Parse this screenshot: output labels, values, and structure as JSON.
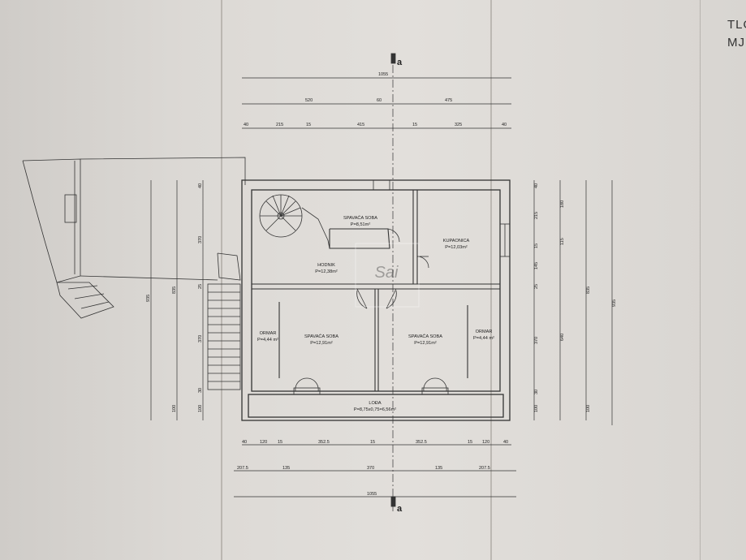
{
  "title_block": {
    "line1": "TLO",
    "line2": "MJ"
  },
  "section_marker": {
    "top": "a",
    "bottom": "a"
  },
  "watermark": "Sai",
  "dims_top": {
    "total": "1055",
    "row2": [
      "520",
      "60",
      "475"
    ],
    "row3": [
      "40",
      "215",
      "15",
      "415",
      "15",
      "325",
      "40"
    ]
  },
  "dims_bottom": {
    "row1": [
      "40",
      "120",
      "15",
      "352.5",
      "15",
      "352.5",
      "15",
      "120",
      "40"
    ],
    "row2": [
      "207.5",
      "135",
      "370",
      "135",
      "207.5"
    ],
    "total": "1055"
  },
  "dims_left": {
    "outer_total": "935",
    "mid_total": "835",
    "parts": [
      "40",
      "370",
      "25",
      "370",
      "30",
      "100"
    ],
    "aux": "100"
  },
  "dims_right": {
    "parts": [
      "40",
      "215",
      "15",
      "145",
      "25",
      "370",
      "30",
      "100"
    ],
    "col2": [
      "180",
      "115",
      "640",
      "100"
    ],
    "col3": "835",
    "col4": "935"
  },
  "rooms": [
    {
      "name": "SPAVAĆA SOBA",
      "area": "P=8,51m²"
    },
    {
      "name": "KUPAONICA",
      "area": "P=12,03m²"
    },
    {
      "name": "HODNIK",
      "area": "P=12,38m²"
    },
    {
      "name": "ORMAR",
      "area": "P=4,44 m²"
    },
    {
      "name": "SPAVAĆA SOBA",
      "area": "P=12,91m²"
    },
    {
      "name": "SPAVAĆA SOBA",
      "area": "P=12,91m²"
    },
    {
      "name": "ORMAR",
      "area": "P=4,44 m²"
    },
    {
      "name": "LOĐA",
      "area": "P=8,75x0,75=6,56m²"
    }
  ]
}
